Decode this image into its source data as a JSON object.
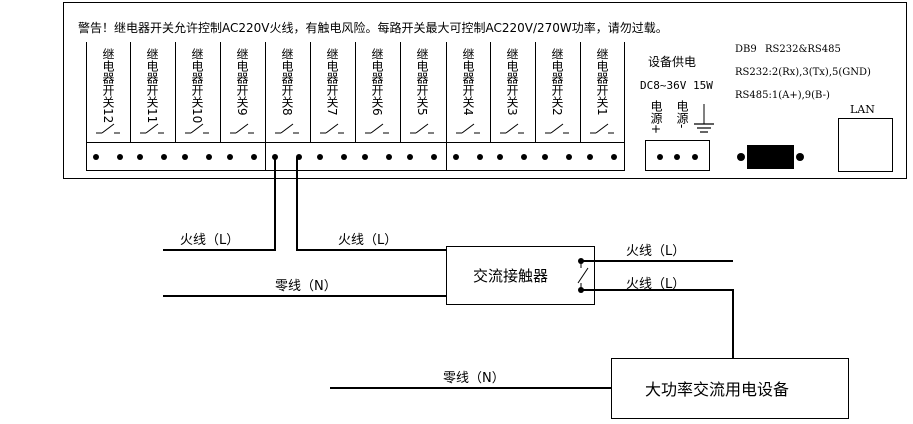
{
  "warning": "警告！继电器开关允许控制AC220V火线，有触电风险。每路开关最大可控制AC220V/270W功率，请勿过载。",
  "relays": [
    {
      "label": "继电器开关12"
    },
    {
      "label": "继电器开关11"
    },
    {
      "label": "继电器开关10"
    },
    {
      "label": "继电器开关9"
    },
    {
      "label": "继电器开关8"
    },
    {
      "label": "继电器开关7"
    },
    {
      "label": "继电器开关6"
    },
    {
      "label": "继电器开关5"
    },
    {
      "label": "继电器开关4"
    },
    {
      "label": "继电器开关3"
    },
    {
      "label": "继电器开关2"
    },
    {
      "label": "继电器开关1"
    }
  ],
  "power": {
    "title": "设备供电",
    "spec": "DC8~36V 15W",
    "plus_label": "电源+",
    "minus_label": "电源-"
  },
  "comm": {
    "db9": "DB9",
    "rs_title": "RS232&RS485",
    "rs232": "RS232:2(Rx),3(Tx),5(GND)",
    "rs485": "RS485:1(A+),9(B-)"
  },
  "lan_label": "LAN",
  "wiring": {
    "fire_1": "火线（L）",
    "fire_2": "火线（L）",
    "fire_3": "火线（L）",
    "fire_4": "火线（L）",
    "neutral_1": "零线（N）",
    "neutral_2": "零线（N）",
    "contactor": "交流接触器",
    "device": "大功率交流用电设备"
  }
}
